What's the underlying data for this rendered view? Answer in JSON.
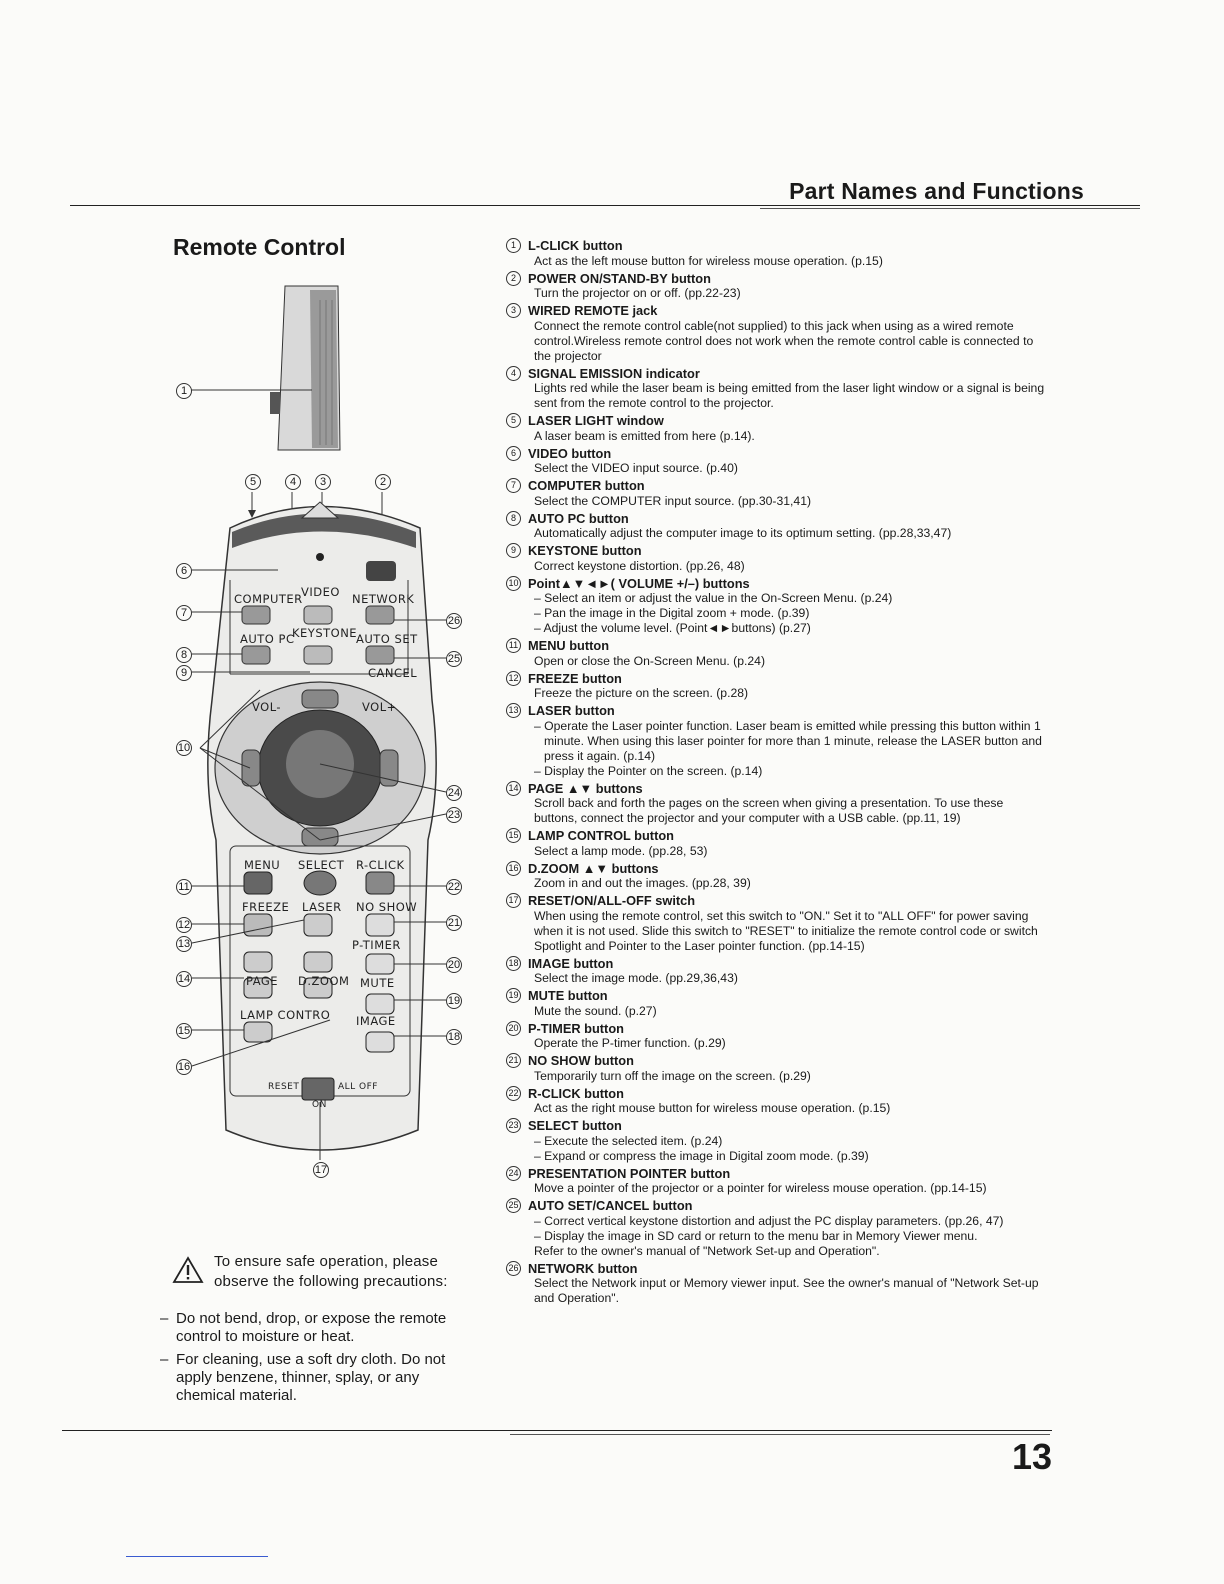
{
  "header": {
    "title": "Part Names and Functions"
  },
  "section_title": "Remote Control",
  "remote": {
    "labels": {
      "computer": "COMPUTER",
      "video": "VIDEO",
      "network": "NETWORK",
      "auto_pc": "AUTO PC",
      "keystone": "KEYSTONE",
      "auto_set": "AUTO SET",
      "cancel": "CANCEL",
      "vol_minus": "VOL-",
      "vol_plus": "VOL+",
      "menu": "MENU",
      "select": "SELECT",
      "r_click": "R-CLICK",
      "freeze": "FREEZE",
      "laser": "LASER",
      "no_show": "NO SHOW",
      "p_timer": "P-TIMER",
      "page": "PAGE",
      "d_zoom": "D.ZOOM",
      "mute": "MUTE",
      "lamp_control": "LAMP CONTRO",
      "image": "IMAGE",
      "reset": "RESET",
      "all_off": "ALL OFF",
      "on": "ON"
    },
    "callouts": [
      "1",
      "5",
      "4",
      "3",
      "2",
      "6",
      "7",
      "8",
      "9",
      "10",
      "11",
      "12",
      "13",
      "14",
      "15",
      "16",
      "17",
      "18",
      "19",
      "20",
      "21",
      "22",
      "23",
      "24",
      "25",
      "26"
    ]
  },
  "caution": {
    "text": "To ensure safe operation, please observe the following precautions:",
    "bullets": [
      "Do not bend, drop, or expose the remote control to moisture or heat.",
      "For cleaning, use a soft dry cloth. Do not apply benzene, thinner, splay, or any chemical material."
    ]
  },
  "functions": [
    {
      "num": "1",
      "title": "L-CLICK button",
      "lines": [
        "Act as the left mouse button for wireless mouse operation.  (p.15)"
      ]
    },
    {
      "num": "2",
      "title": "POWER ON/STAND-BY button",
      "lines": [
        "Turn the projector on or off.  (pp.22-23)"
      ]
    },
    {
      "num": "3",
      "title": "WIRED REMOTE jack",
      "lines": [
        "Connect the remote control cable(not supplied) to this jack when using as a wired remote control.Wireless remote control does not work when the remote control cable is connected to the projector"
      ]
    },
    {
      "num": "4",
      "title": "SIGNAL EMISSION indicator",
      "lines": [
        "Lights red while the laser beam is being emitted from the laser light window or a signal is being sent from the remote control to the projector."
      ]
    },
    {
      "num": "5",
      "title": "LASER LIGHT window",
      "lines": [
        "A laser beam is emitted from here (p.14)."
      ]
    },
    {
      "num": "6",
      "title": "VIDEO button",
      "lines": [
        "Select the VIDEO input source.  (p.40)"
      ]
    },
    {
      "num": "7",
      "title": "COMPUTER button",
      "lines": [
        "Select the COMPUTER input source.  (pp.30-31,41)"
      ]
    },
    {
      "num": "8",
      "title": "AUTO PC button",
      "lines": [
        "Automatically adjust the computer image to its optimum setting.  (pp.28,33,47)"
      ]
    },
    {
      "num": "9",
      "title": "KEYSTONE button",
      "lines": [
        "Correct keystone distortion.  (pp.26, 48)"
      ]
    },
    {
      "num": "10",
      "title": "Point▲▼◄►( VOLUME +/–) buttons",
      "lines": [
        "– Select an item or adjust the value in the On-Screen Menu.  (p.24)",
        "– Pan the image in the Digital zoom + mode.  (p.39)",
        "– Adjust the volume level. (Point◄►buttons)  (p.27)"
      ]
    },
    {
      "num": "11",
      "title": "MENU button",
      "lines": [
        "Open or close the On-Screen Menu.  (p.24)"
      ]
    },
    {
      "num": "12",
      "title": "FREEZE button",
      "lines": [
        "Freeze the picture on the screen.  (p.28)"
      ]
    },
    {
      "num": "13",
      "title": "LASER button",
      "lines": [
        "– Operate the Laser pointer function.  Laser beam is emitted while pressing this button within 1 minute.  When using this laser pointer for more than 1 minute, release the LASER button and press it again.  (p.14)",
        "– Display the Pointer on the screen.  (p.14)"
      ]
    },
    {
      "num": "14",
      "title": "PAGE ▲▼ buttons",
      "lines": [
        "Scroll back and forth the pages on the screen when giving a presentation.  To use these buttons, connect the projector and your computer with a USB cable.  (pp.11, 19)"
      ]
    },
    {
      "num": "15",
      "title": "LAMP CONTROL button",
      "lines": [
        "Select a lamp mode.  (pp.28, 53)"
      ]
    },
    {
      "num": "16",
      "title": "D.ZOOM ▲▼ buttons",
      "lines": [
        "Zoom in and out the images.  (pp.28, 39)"
      ]
    },
    {
      "num": "17",
      "title": "RESET/ON/ALL-OFF switch",
      "lines": [
        "When using the remote control, set this switch to \"ON.\" Set it to \"ALL OFF\" for power saving when it is not used.  Slide this switch to \"RESET\" to initialize the remote control code or switch Spotlight and Pointer to the Laser pointer function.  (pp.14-15)"
      ]
    },
    {
      "num": "18",
      "title": "IMAGE button",
      "lines": [
        "Select the image mode.  (pp.29,36,43)"
      ]
    },
    {
      "num": "19",
      "title": "MUTE button",
      "lines": [
        "Mute the sound.  (p.27)"
      ]
    },
    {
      "num": "20",
      "title": "P-TIMER button",
      "lines": [
        "Operate the P-timer function.  (p.29)"
      ]
    },
    {
      "num": "21",
      "title": "NO SHOW button",
      "lines": [
        "Temporarily turn off the image on the screen.  (p.29)"
      ]
    },
    {
      "num": "22",
      "title": "R-CLICK button",
      "lines": [
        "Act as the right mouse button for wireless mouse operation.  (p.15)"
      ]
    },
    {
      "num": "23",
      "title": "SELECT button",
      "lines": [
        "– Execute the selected item.  (p.24)",
        "– Expand or compress the image in Digital zoom mode.  (p.39)"
      ]
    },
    {
      "num": "24",
      "title": "PRESENTATION POINTER button",
      "lines": [
        "Move a pointer of the projector or a pointer for wireless mouse operation.  (pp.14-15)"
      ]
    },
    {
      "num": "25",
      "title": "AUTO SET/CANCEL button",
      "lines": [
        "– Correct vertical keystone distortion and adjust the PC display parameters. (pp.26, 47)",
        "– Display the image in SD card or return to the menu bar in Memory Viewer menu.",
        "Refer to the owner's manual of \"Network Set-up and Operation\"."
      ]
    },
    {
      "num": "26",
      "title": "NETWORK button",
      "lines": [
        "Select the Network input or Memory viewer input.  See the owner's manual of \"Network Set-up and Operation\"."
      ]
    }
  ],
  "footer": {
    "page_number": "13"
  }
}
